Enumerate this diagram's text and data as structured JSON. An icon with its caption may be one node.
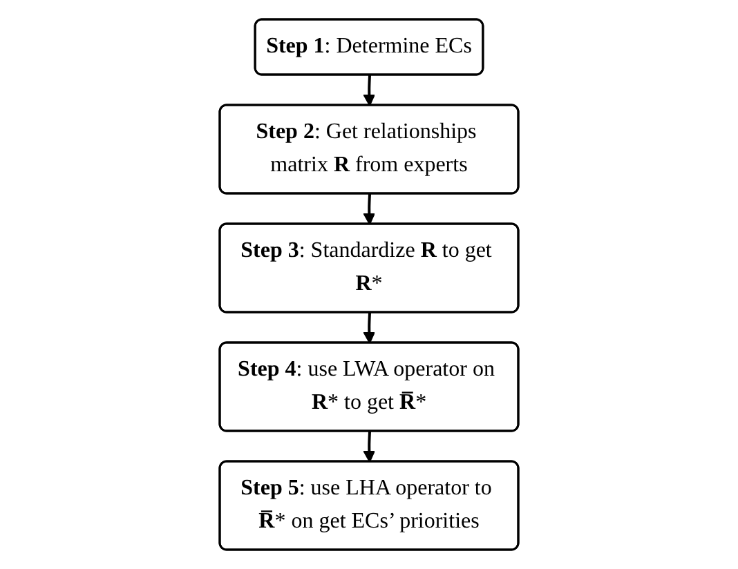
{
  "diagram": {
    "nodes": [
      {
        "text": [
          "**Step 1**: Determine ECs"
        ]
      },
      {
        "text": [
          "**Step 2**: Get relationships matrix **R** from experts"
        ]
      },
      {
        "text": [
          "**Step 3**: Standardize **R** to get **R***"
        ]
      },
      {
        "text": [
          "**Step 4**: use LWA operator on **R*** to get **R̅***"
        ]
      },
      {
        "text": [
          "**Step 5**: use LHA operator to **R̅*** on get ECs’ priorities"
        ]
      }
    ],
    "edges": [
      {
        "from": 0,
        "to": 1,
        "arrow": "to"
      },
      {
        "from": 1,
        "to": 2,
        "arrow": "to"
      },
      {
        "from": 2,
        "to": 3,
        "arrow": "to"
      },
      {
        "from": 3,
        "to": 4,
        "arrow": "to"
      }
    ]
  }
}
